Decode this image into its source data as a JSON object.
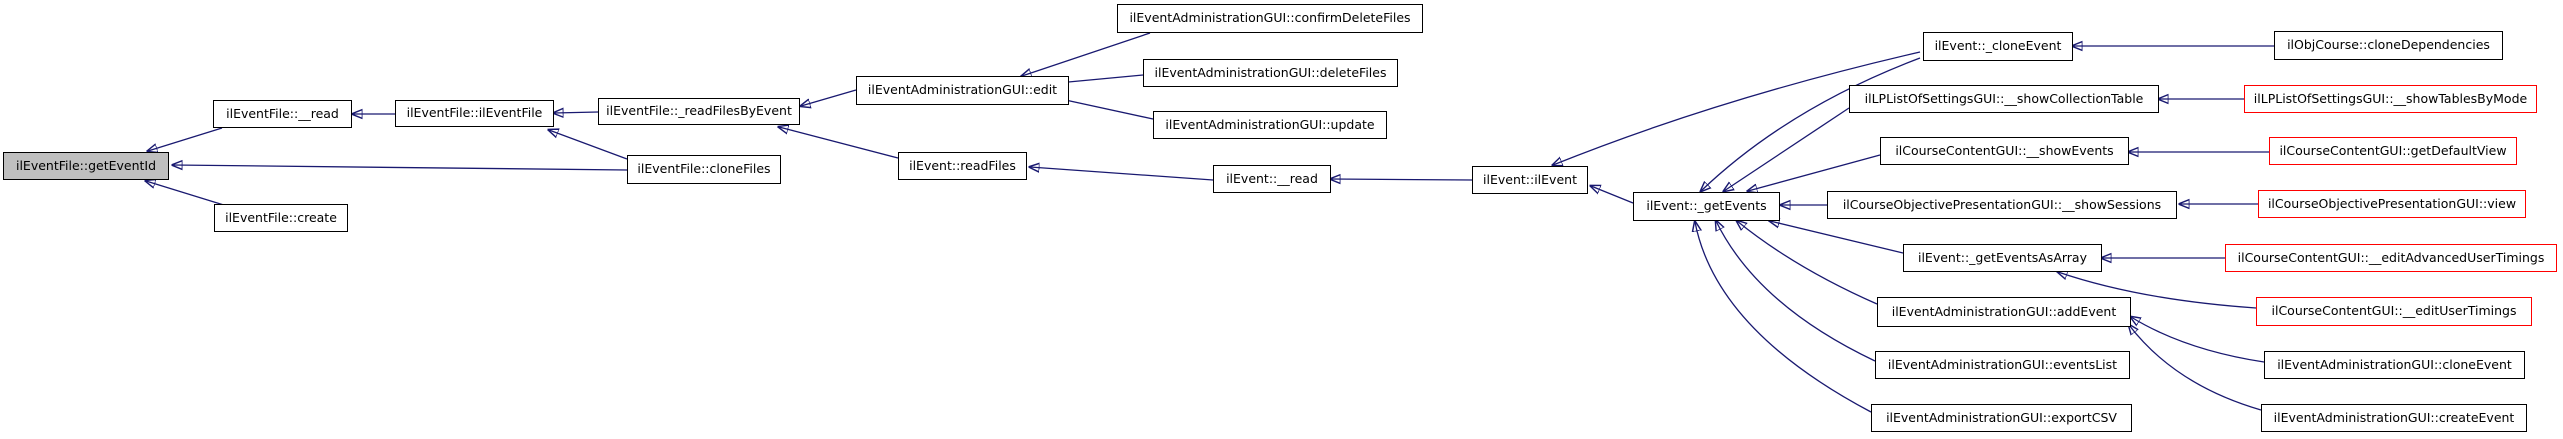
{
  "diagram": {
    "type": "call-graph",
    "description": "Caller graph for ilEventFile::getEventId",
    "highlighted_node": "ilEventFile::getEventId",
    "colors": {
      "edge": "#191970",
      "node_border": "#000000",
      "node_fill": "#ffffff",
      "highlight_fill": "#bfbfbf",
      "truncated_border": "#ff0000",
      "text": "#000000",
      "background": "#ffffff"
    },
    "nodes": [
      {
        "id": "get-event-id",
        "label": "ilEventFile::getEventId",
        "style": "highlight"
      },
      {
        "id": "eventfile-read",
        "label": "ilEventFile::__read",
        "style": "normal"
      },
      {
        "id": "eventfile-ctor",
        "label": "ilEventFile::ilEventFile",
        "style": "normal"
      },
      {
        "id": "read-files-by-event",
        "label": "ilEventFile::_readFilesByEvent",
        "style": "normal"
      },
      {
        "id": "clone-files",
        "label": "ilEventFile::cloneFiles",
        "style": "normal"
      },
      {
        "id": "create",
        "label": "ilEventFile::create",
        "style": "normal"
      },
      {
        "id": "edit",
        "label": "ilEventAdministrationGUI::edit",
        "style": "normal"
      },
      {
        "id": "confirm-delete-files",
        "label": "ilEventAdministrationGUI::confirmDeleteFiles",
        "style": "normal"
      },
      {
        "id": "delete-files",
        "label": "ilEventAdministrationGUI::deleteFiles",
        "style": "normal"
      },
      {
        "id": "update",
        "label": "ilEventAdministrationGUI::update",
        "style": "normal"
      },
      {
        "id": "read-files",
        "label": "ilEvent::readFiles",
        "style": "normal"
      },
      {
        "id": "event-read",
        "label": "ilEvent::__read",
        "style": "normal"
      },
      {
        "id": "event-ctor",
        "label": "ilEvent::ilEvent",
        "style": "normal"
      },
      {
        "id": "get-events",
        "label": "ilEvent::_getEvents",
        "style": "normal"
      },
      {
        "id": "clone-event",
        "label": "ilEvent::_cloneEvent",
        "style": "normal"
      },
      {
        "id": "clone-dependencies",
        "label": "ilObjCourse::cloneDependencies",
        "style": "normal"
      },
      {
        "id": "show-collection-table",
        "label": "ilLPListOfSettingsGUI::__showCollectionTable",
        "style": "normal"
      },
      {
        "id": "show-tables-by-mode",
        "label": "ilLPListOfSettingsGUI::__showTablesByMode",
        "style": "red"
      },
      {
        "id": "show-events",
        "label": "ilCourseContentGUI::__showEvents",
        "style": "normal"
      },
      {
        "id": "get-default-view",
        "label": "ilCourseContentGUI::getDefaultView",
        "style": "red"
      },
      {
        "id": "show-sessions",
        "label": "ilCourseObjectivePresentationGUI::__showSessions",
        "style": "normal"
      },
      {
        "id": "view",
        "label": "ilCourseObjectivePresentationGUI::view",
        "style": "red"
      },
      {
        "id": "get-events-as-array",
        "label": "ilEvent::_getEventsAsArray",
        "style": "normal"
      },
      {
        "id": "edit-advanced-user-timings",
        "label": "ilCourseContentGUI::__editAdvancedUserTimings",
        "style": "red"
      },
      {
        "id": "add-event",
        "label": "ilEventAdministrationGUI::addEvent",
        "style": "normal"
      },
      {
        "id": "edit-user-timings",
        "label": "ilCourseContentGUI::__editUserTimings",
        "style": "red"
      },
      {
        "id": "events-list",
        "label": "ilEventAdministrationGUI::eventsList",
        "style": "normal"
      },
      {
        "id": "admin-clone-event",
        "label": "ilEventAdministrationGUI::cloneEvent",
        "style": "normal"
      },
      {
        "id": "export-csv",
        "label": "ilEventAdministrationGUI::exportCSV",
        "style": "normal"
      },
      {
        "id": "create-event",
        "label": "ilEventAdministrationGUI::createEvent",
        "style": "normal"
      }
    ],
    "edges": [
      {
        "from": "eventfile-read",
        "to": "get-event-id"
      },
      {
        "from": "clone-files",
        "to": "get-event-id"
      },
      {
        "from": "create",
        "to": "get-event-id"
      },
      {
        "from": "eventfile-ctor",
        "to": "eventfile-read"
      },
      {
        "from": "clone-files",
        "to": "eventfile-ctor"
      },
      {
        "from": "read-files-by-event",
        "to": "eventfile-ctor"
      },
      {
        "from": "edit",
        "to": "read-files-by-event"
      },
      {
        "from": "read-files",
        "to": "read-files-by-event"
      },
      {
        "from": "confirm-delete-files",
        "to": "edit"
      },
      {
        "from": "delete-files",
        "to": "edit"
      },
      {
        "from": "update",
        "to": "edit"
      },
      {
        "from": "event-read",
        "to": "read-files"
      },
      {
        "from": "event-ctor",
        "to": "event-read"
      },
      {
        "from": "get-events",
        "to": "event-ctor"
      },
      {
        "from": "clone-event",
        "to": "event-ctor"
      },
      {
        "from": "clone-event",
        "to": "get-events"
      },
      {
        "from": "clone-dependencies",
        "to": "clone-event"
      },
      {
        "from": "show-collection-table",
        "to": "get-events"
      },
      {
        "from": "show-tables-by-mode",
        "to": "show-collection-table"
      },
      {
        "from": "show-events",
        "to": "get-events"
      },
      {
        "from": "get-default-view",
        "to": "show-events"
      },
      {
        "from": "show-sessions",
        "to": "get-events"
      },
      {
        "from": "view",
        "to": "show-sessions"
      },
      {
        "from": "get-events-as-array",
        "to": "get-events"
      },
      {
        "from": "edit-advanced-user-timings",
        "to": "get-events-as-array"
      },
      {
        "from": "edit-user-timings",
        "to": "get-events-as-array"
      },
      {
        "from": "add-event",
        "to": "get-events"
      },
      {
        "from": "events-list",
        "to": "get-events"
      },
      {
        "from": "export-csv",
        "to": "get-events"
      },
      {
        "from": "admin-clone-event",
        "to": "add-event"
      },
      {
        "from": "create-event",
        "to": "add-event"
      }
    ]
  }
}
